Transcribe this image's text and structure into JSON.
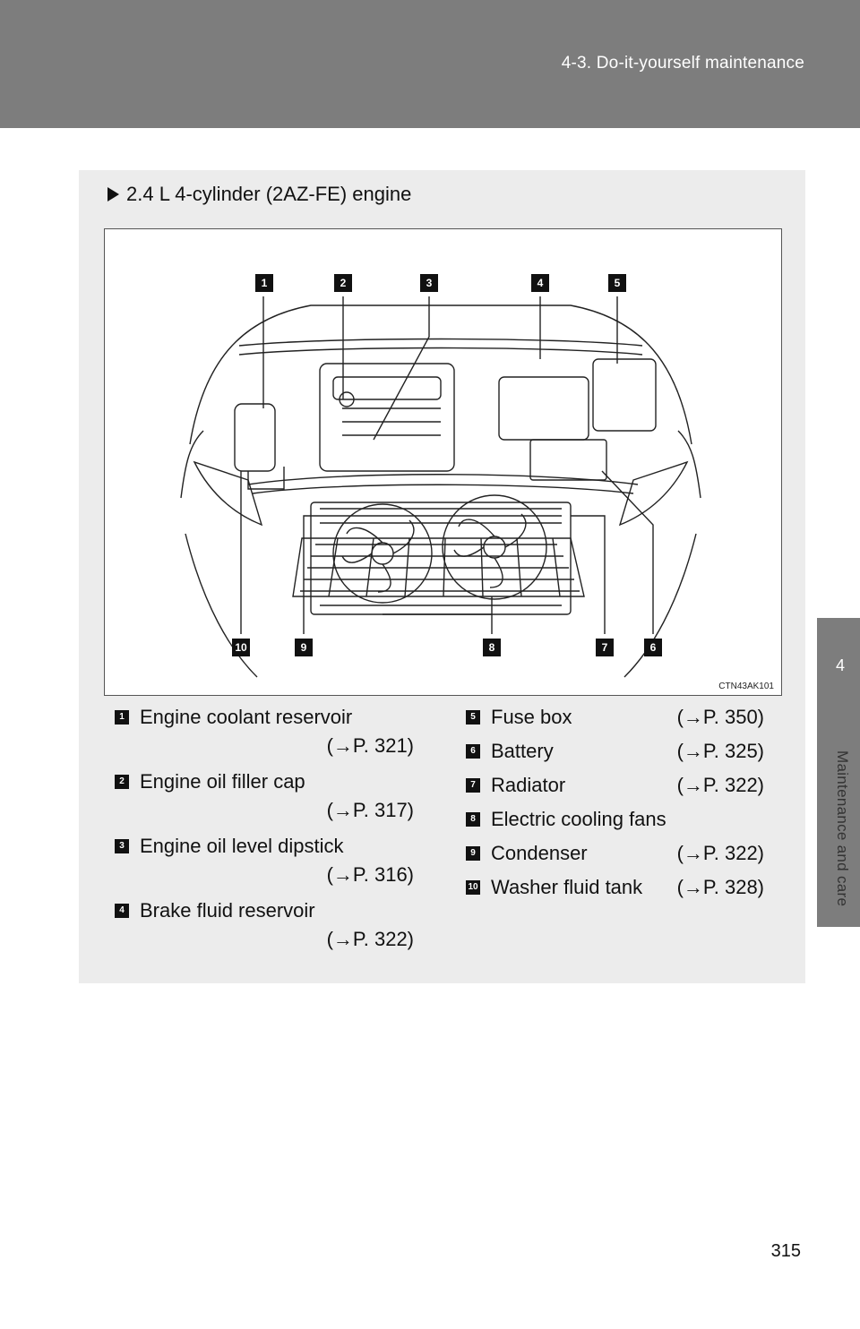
{
  "header": {
    "title": "4-3. Do-it-yourself maintenance"
  },
  "side_tab": {
    "number": "4",
    "label": "Maintenance and care"
  },
  "section": {
    "title": "2.4 L 4-cylinder (2AZ-FE) engine"
  },
  "figure": {
    "code": "CTN43AK101",
    "callouts": [
      "1",
      "2",
      "3",
      "4",
      "5",
      "6",
      "7",
      "8",
      "9",
      "10"
    ]
  },
  "legend_left": [
    {
      "num": "1",
      "label": "Engine coolant reservoir",
      "ref": "(→P. 321)"
    },
    {
      "num": "2",
      "label": "Engine oil filler cap",
      "ref": "(→P. 317)"
    },
    {
      "num": "3",
      "label": "Engine oil level dipstick",
      "ref": "(→P. 316)"
    },
    {
      "num": "4",
      "label": "Brake fluid reservoir",
      "ref": "(→P. 322)"
    }
  ],
  "legend_right": [
    {
      "num": "5",
      "label": "Fuse box",
      "ref": "(→P. 350)"
    },
    {
      "num": "6",
      "label": "Battery",
      "ref": "(→P. 325)"
    },
    {
      "num": "7",
      "label": "Radiator",
      "ref": "(→P. 322)"
    },
    {
      "num": "8",
      "label": "Electric cooling fans",
      "ref": ""
    },
    {
      "num": "9",
      "label": "Condenser",
      "ref": "(→P. 322)"
    },
    {
      "num": "10",
      "label": "Washer fluid tank",
      "ref": "(→P. 328)"
    }
  ],
  "page_number": "315"
}
